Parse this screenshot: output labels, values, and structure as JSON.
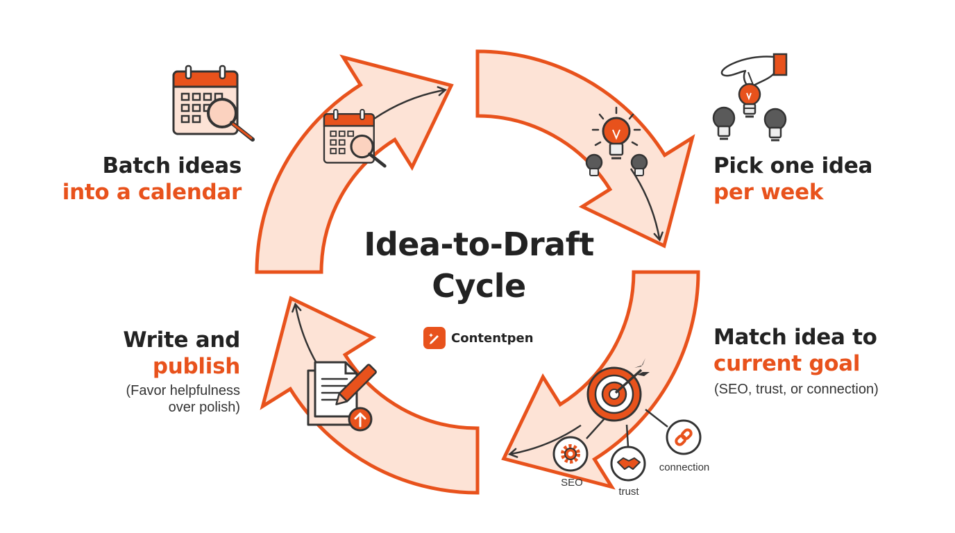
{
  "diagram": {
    "center": {
      "title_line1": "Idea-to-Draft",
      "title_line2": "Cycle"
    },
    "brand": {
      "name": "Contentpen",
      "icon": "pen-sparkle-icon"
    },
    "steps": [
      {
        "title_dark": "Batch ideas",
        "title_accent": "into a calendar",
        "icon": "calendar-search-icon"
      },
      {
        "title_dark": "Pick one idea",
        "title_accent": "per week",
        "icon": "lightbulb-pick-icon"
      },
      {
        "title_dark": "Match idea to",
        "title_accent": "current goal",
        "note": "(SEO, trust, or connection)",
        "icon": "target-icon",
        "goals": [
          {
            "label": "SEO",
            "icon": "gear-icon"
          },
          {
            "label": "trust",
            "icon": "handshake-icon"
          },
          {
            "label": "connection",
            "icon": "link-icon"
          }
        ]
      },
      {
        "title_dark": "Write and",
        "title_accent": "publish",
        "note_line1": "(Favor helpfulness",
        "note_line2": "over polish)",
        "icon": "document-upload-icon"
      }
    ],
    "colors": {
      "accent": "#e8521c",
      "ring_fill": "#fde3d6",
      "dark_text": "#222222",
      "bulb_gray": "#5a5a5a"
    }
  }
}
